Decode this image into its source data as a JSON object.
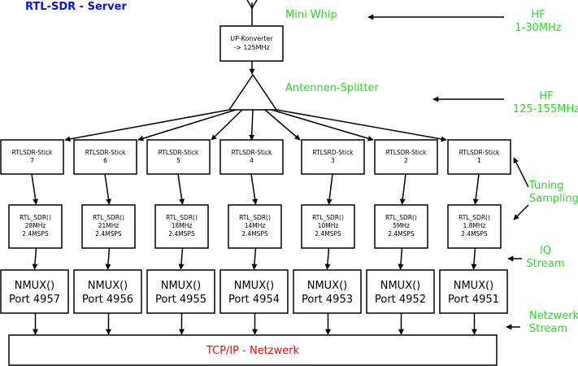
{
  "title": "RTL-SDR - Server",
  "converter": {
    "line1": "UP-Konverter",
    "line2": "-> 125MHz"
  },
  "labels": {
    "antenna": "Mini Whip",
    "splitter": "Antennen-Splitter",
    "hf1": [
      "HF",
      "1-30MHz"
    ],
    "hf2": [
      "HF",
      "125-155MHz"
    ],
    "tuning": [
      "Tuning",
      "Sampling"
    ],
    "iq": [
      "IQ",
      "Stream"
    ],
    "netz": [
      "Netzwerk",
      "Stream"
    ]
  },
  "sticks": [
    {
      "name": "RTLSDR-Stick",
      "num": "7",
      "sdr": "RTL_SDR()",
      "freq": "28MHz",
      "rate": "2.4MSPS",
      "nmux": "NMUX()",
      "port": "Port 4957"
    },
    {
      "name": "RTLSDR-Stick",
      "num": "6",
      "sdr": "RTL_SDR()",
      "freq": "21MHz",
      "rate": "2.4MSPS",
      "nmux": "NMUX()",
      "port": "Port 4956"
    },
    {
      "name": "RTLSDR-Stick",
      "num": "5",
      "sdr": "RTL_SDR()",
      "freq": "18MHz",
      "rate": "2.4MSPS",
      "nmux": "NMUX()",
      "port": "Port 4955"
    },
    {
      "name": "RTLSDR-Stick",
      "num": "4",
      "sdr": "RTL_SDR()",
      "freq": "14MHz",
      "rate": "2.4MSPS",
      "nmux": "NMUX()",
      "port": "Port 4954"
    },
    {
      "name": "RTLSRD-Stick",
      "num": "3",
      "sdr": "RTL_SDR()",
      "freq": "10MHz",
      "rate": "2.4MSPS",
      "nmux": "NMUX()",
      "port": "Port 4953"
    },
    {
      "name": "RTLSDR-Stick",
      "num": "2",
      "sdr": "RTL_SDR()",
      "freq": "5MHz",
      "rate": "2.4MSPS",
      "nmux": "NMUX()",
      "port": "Port 4952"
    },
    {
      "name": "RTLSDR-Stick",
      "num": "1",
      "sdr": "RTL_SDR()",
      "freq": "1.8MHz",
      "rate": "2.4MSPS",
      "nmux": "NMUX()",
      "port": "Port 4951"
    }
  ],
  "network": "TCP/IP - Netzwerk"
}
